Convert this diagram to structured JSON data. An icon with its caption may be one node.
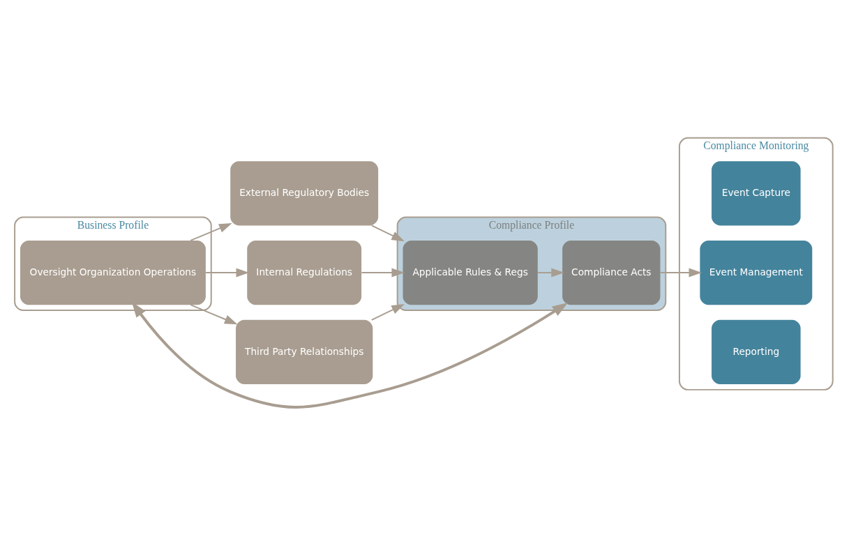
{
  "diagram": {
    "nodes": [
      {
        "text": [
          "Business Profile"
        ]
      },
      {
        "text": [
          "Compliance Profile"
        ]
      },
      {
        "text": [
          "Compliance Monitoring"
        ]
      },
      {
        "text": [
          "Oversight Organization Operations"
        ],
        "in": 0
      },
      {
        "text": [
          "External Regulatory Bodies"
        ]
      },
      {
        "text": [
          "Internal Regulations"
        ]
      },
      {
        "text": [
          "Third Party Relationships"
        ]
      },
      {
        "text": [
          "Applicable Rules & Regs"
        ],
        "in": 1
      },
      {
        "text": [
          "Compliance Acts"
        ],
        "in": 1
      },
      {
        "text": [
          "Event Capture"
        ],
        "in": 2
      },
      {
        "text": [
          "Event Management"
        ],
        "in": 2
      },
      {
        "text": [
          "Reporting"
        ],
        "in": 2
      }
    ],
    "edges": [
      {
        "from": 3,
        "to": 4,
        "arrow": "to"
      },
      {
        "from": 3,
        "to": 5,
        "arrow": "to"
      },
      {
        "from": 3,
        "to": 6,
        "arrow": "to"
      },
      {
        "from": 4,
        "to": 7,
        "arrow": "to"
      },
      {
        "from": 5,
        "to": 7,
        "arrow": "to"
      },
      {
        "from": 6,
        "to": 7,
        "arrow": "to"
      },
      {
        "from": 7,
        "to": 8,
        "arrow": "to"
      },
      {
        "from": 8,
        "to": 10,
        "arrow": "to"
      },
      {
        "from": 8,
        "to": 3,
        "arrow": "both",
        "style": "thick",
        "color": "#a89d90"
      }
    ]
  }
}
